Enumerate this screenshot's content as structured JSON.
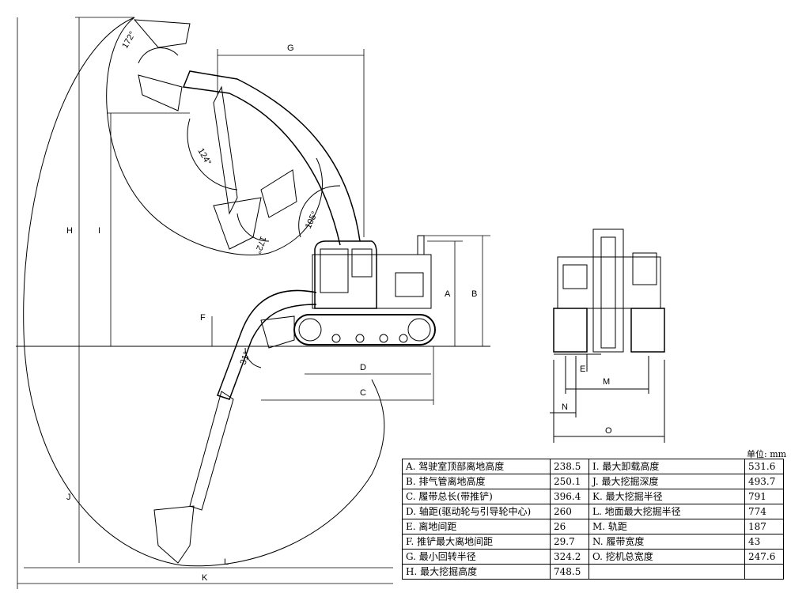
{
  "unit_label": "单位: mm",
  "dimension_letters": [
    "A",
    "B",
    "C",
    "D",
    "E",
    "F",
    "G",
    "H",
    "I",
    "J",
    "K",
    "L",
    "M",
    "N",
    "O"
  ],
  "angles": [
    "172°",
    "124°",
    "172°",
    "105°",
    "31°"
  ],
  "spec_table": {
    "left": [
      {
        "label": "A. 驾驶室顶部离地高度",
        "value": "238.5"
      },
      {
        "label": "B. 排气管离地高度",
        "value": "250.1"
      },
      {
        "label": "C. 履带总长(带推铲)",
        "value": "396.4"
      },
      {
        "label": "D. 轴距(驱动轮与引导轮中心)",
        "value": "260"
      },
      {
        "label": "E. 离地间距",
        "value": "26"
      },
      {
        "label": "F. 推铲最大离地间距",
        "value": "29.7"
      },
      {
        "label": "G. 最小回转半径",
        "value": "324.2"
      },
      {
        "label": "H. 最大挖掘高度",
        "value": "748.5"
      }
    ],
    "right": [
      {
        "label": "I. 最大卸载高度",
        "value": "531.6"
      },
      {
        "label": "J. 最大挖掘深度",
        "value": "493.7"
      },
      {
        "label": "K. 最大挖掘半径",
        "value": "791"
      },
      {
        "label": "L. 地面最大挖掘半径",
        "value": "774"
      },
      {
        "label": "M. 轨距",
        "value": "187"
      },
      {
        "label": "N. 履带宽度",
        "value": "43"
      },
      {
        "label": "O. 挖机总宽度",
        "value": "247.6"
      }
    ]
  }
}
